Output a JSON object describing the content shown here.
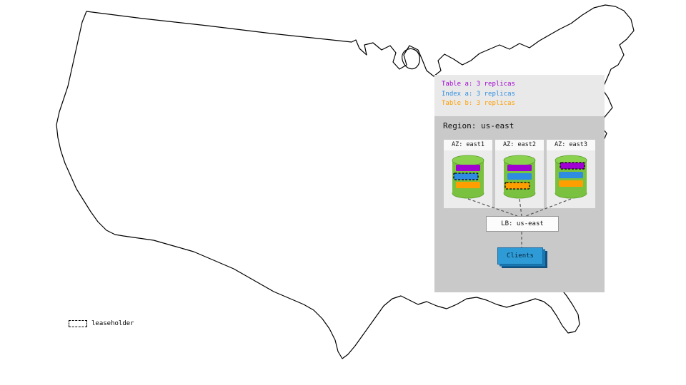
{
  "colors": {
    "table_a": "#a000d2",
    "index_a": "#2e8de0",
    "table_b": "#ff9e00",
    "cylinder_green": "#79c13e",
    "clients_blue": "#2e9bd6",
    "panel_bg": "#e9e9e9",
    "region_bg": "#c9c9c9"
  },
  "panel": {
    "legend": [
      {
        "id": "table-a",
        "label": "Table a: 3 replicas",
        "color": "#a000d2"
      },
      {
        "id": "index-a",
        "label": "Index a: 3 replicas",
        "color": "#2e8de0"
      },
      {
        "id": "table-b",
        "label": "Table b: 3 replicas",
        "color": "#ff9e00"
      }
    ],
    "region": {
      "label": "Region: us-east",
      "azs": [
        {
          "label": "AZ: east1",
          "leaseholder": "index-a"
        },
        {
          "label": "AZ: east2",
          "leaseholder": "table-b"
        },
        {
          "label": "AZ: east3",
          "leaseholder": "table-a"
        }
      ],
      "load_balancer": {
        "label": "LB: us-east"
      },
      "clients": {
        "label": "Clients"
      }
    }
  },
  "map_legend": {
    "leaseholder": "leaseholder"
  }
}
